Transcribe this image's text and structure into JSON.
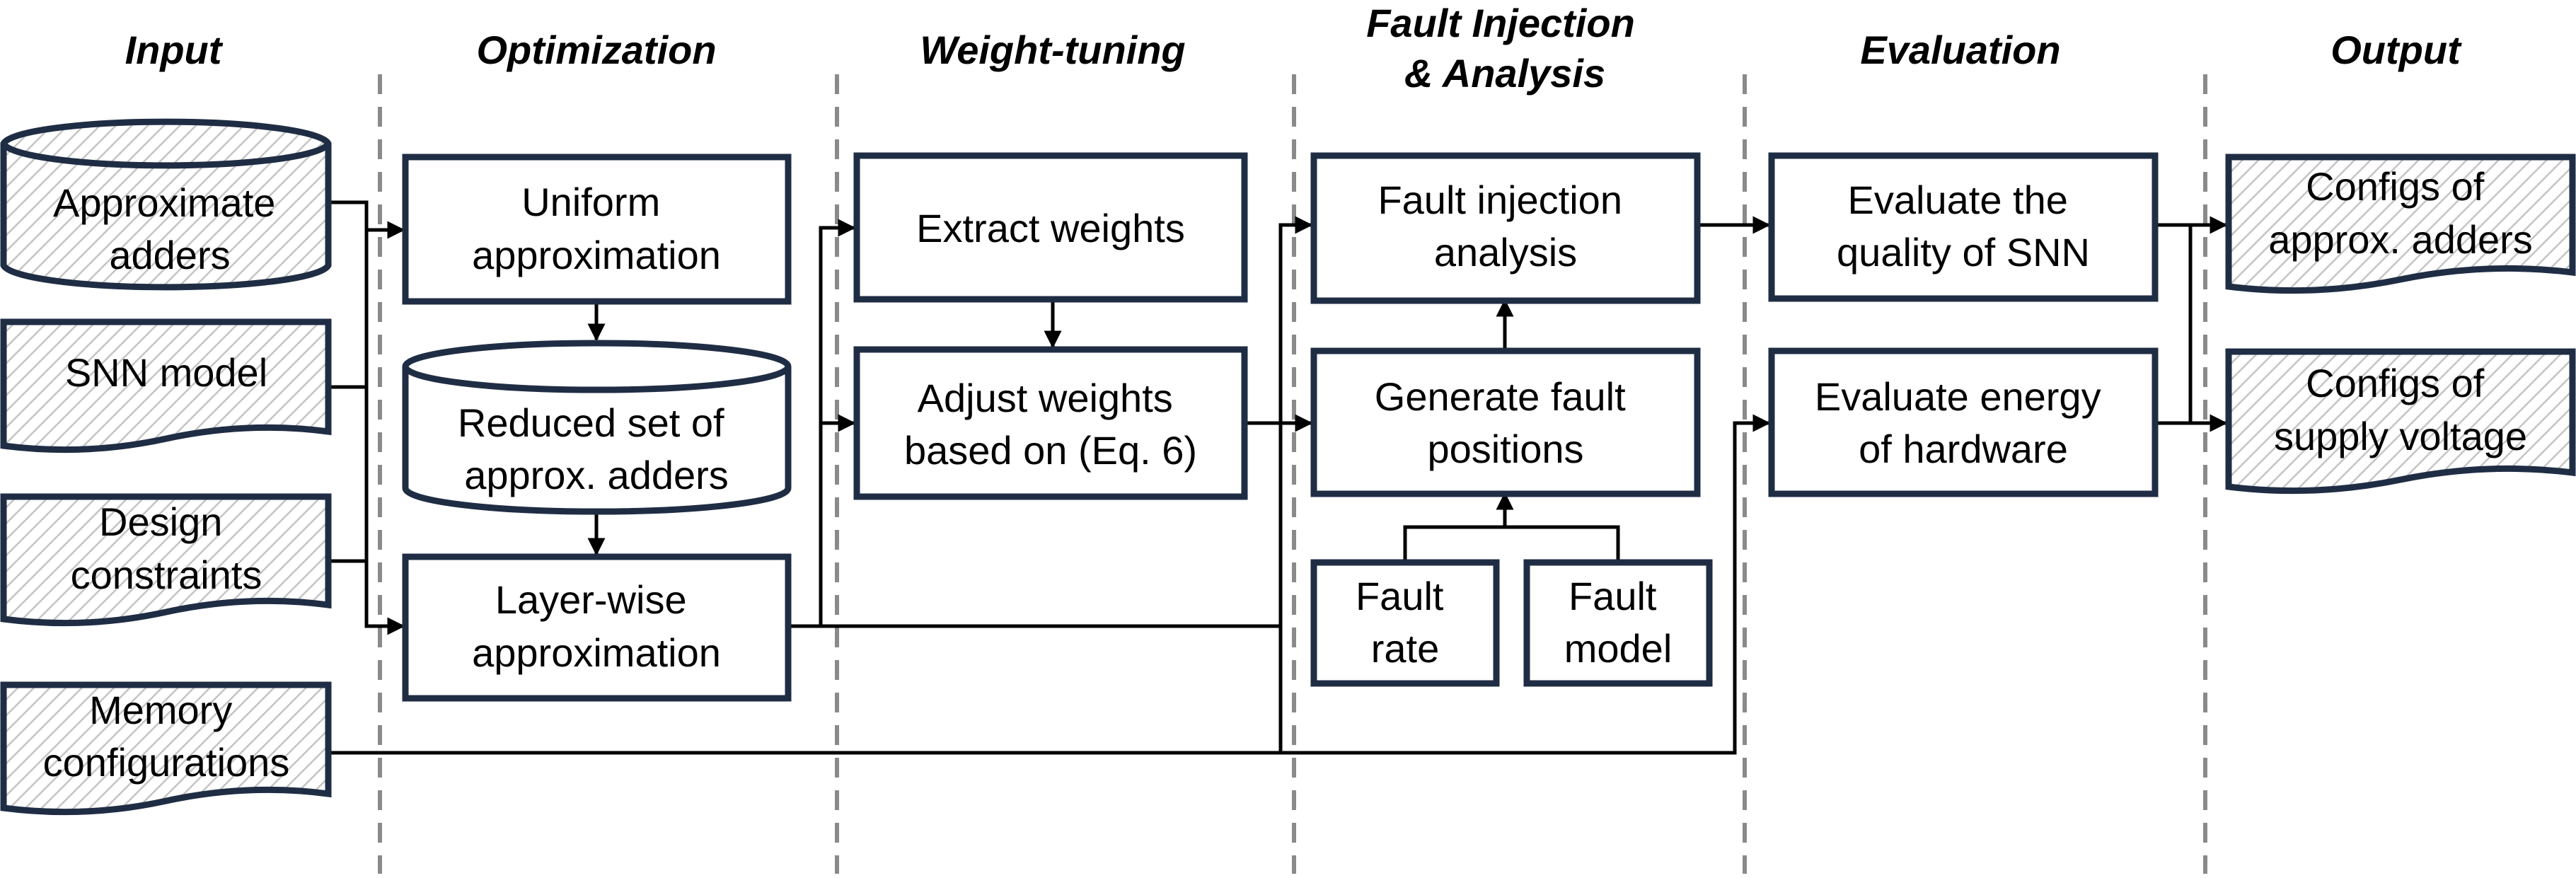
{
  "stages": {
    "input": "Input",
    "optimization": "Optimization",
    "weight_tuning": "Weight-tuning",
    "fault_line1": "Fault Injection",
    "fault_line2": "& Analysis",
    "evaluation": "Evaluation",
    "output": "Output"
  },
  "inputs": {
    "approx_adders": [
      "Approximate",
      "adders"
    ],
    "snn_model": [
      "SNN model"
    ],
    "design_constraints": [
      "Design",
      "constraints"
    ],
    "memory_configurations": [
      "Memory",
      "configurations"
    ]
  },
  "optimization": {
    "uniform": [
      "Uniform",
      "approximation"
    ],
    "reduced_set": [
      "Reduced set of",
      "approx. adders"
    ],
    "layer_wise": [
      "Layer-wise",
      "approximation"
    ]
  },
  "weight_tuning": {
    "extract": [
      "Extract weights"
    ],
    "adjust": [
      "Adjust weights",
      "based on (Eq. 6)"
    ]
  },
  "fault": {
    "injection": [
      "Fault injection",
      "analysis"
    ],
    "generate": [
      "Generate fault",
      "positions"
    ],
    "rate": [
      "Fault",
      "rate"
    ],
    "model": [
      "Fault",
      "model"
    ]
  },
  "evaluation": {
    "quality": [
      "Evaluate the",
      "quality of SNN"
    ],
    "energy": [
      "Evaluate energy",
      "of hardware"
    ]
  },
  "outputs": {
    "adders_config": [
      "Configs of",
      "approx. adders"
    ],
    "voltage_config": [
      "Configs of",
      "supply voltage"
    ]
  },
  "colors": {
    "box_stroke": "#1f2d44",
    "hatch_line": "#c4c4c4",
    "divider": "#8a8a8a"
  }
}
